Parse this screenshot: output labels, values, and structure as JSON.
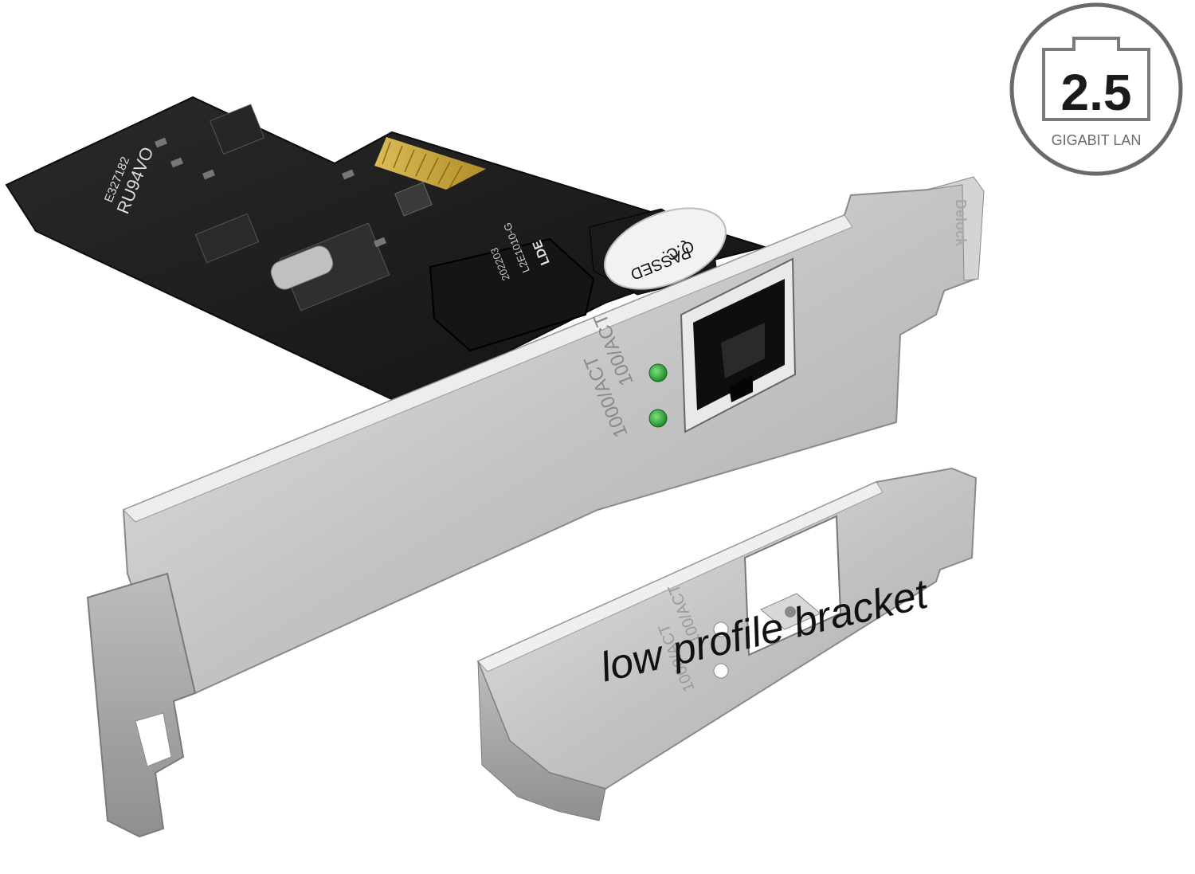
{
  "badge": {
    "value": "2.5",
    "caption": "GIGABIT LAN",
    "icon": "ethernet-port-icon"
  },
  "card": {
    "led_label_top": "100/ACT",
    "led_label_bottom": "1000/ACT",
    "sticker_line1": "Q.C.",
    "sticker_line2": "PASSED",
    "pcb_model": "RU94VO",
    "pcb_code": "E327182",
    "magnetics_line1": "LDE",
    "magnetics_line2": "L2E1010-G",
    "magnetics_line3": "202203",
    "bracket_mark": "Delock"
  },
  "low_profile": {
    "label": "low profile bracket",
    "led_label_top": "100/ACT",
    "led_label_bottom": "1000/ACT"
  },
  "colors": {
    "pcb": "#1c1c1c",
    "gold_contacts": "#d9b84a",
    "bracket": "#c9c9c9",
    "led": "#2fae3a",
    "badge_border": "#6a6a6a"
  }
}
